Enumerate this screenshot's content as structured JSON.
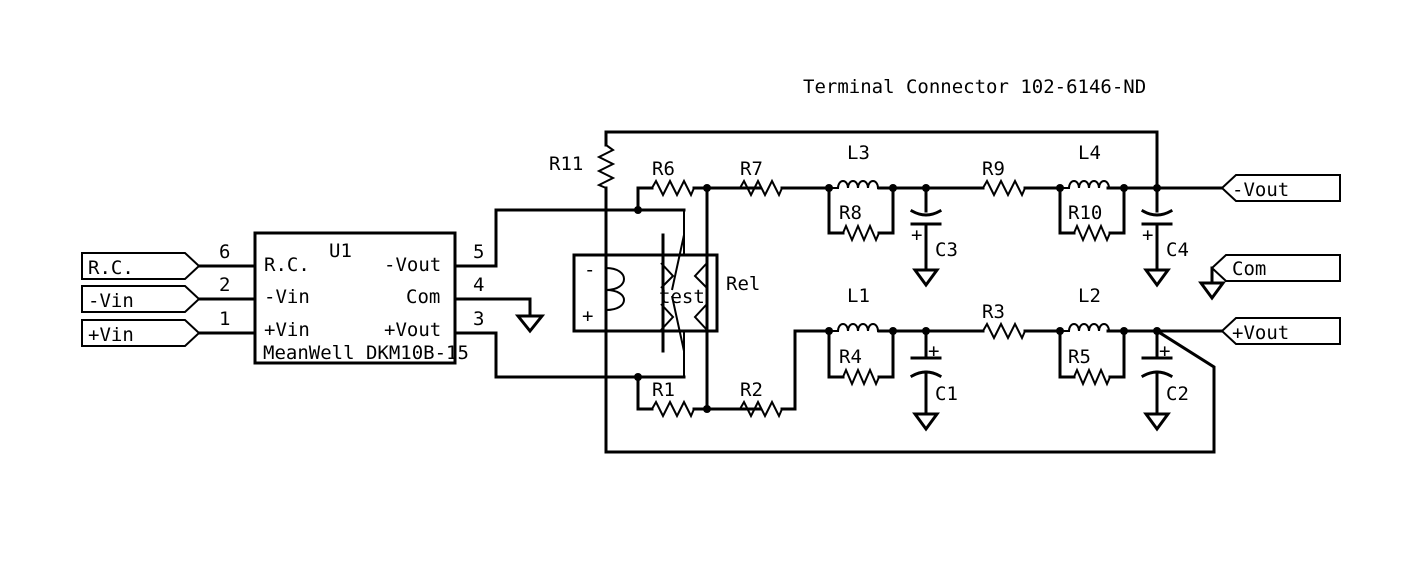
{
  "diagram": {
    "title": "Terminal Connector 102-6146-ND",
    "colors": {
      "line": "#000000",
      "background": "#ffffff"
    },
    "u1": {
      "ref": "U1",
      "part": "MeanWell DKM10B-15",
      "pins": [
        {
          "number": "6",
          "name": "R.C."
        },
        {
          "number": "2",
          "name": "-Vin"
        },
        {
          "number": "1",
          "name": "+Vin"
        },
        {
          "number": "5",
          "name": "-Vout"
        },
        {
          "number": "4",
          "name": "Com"
        },
        {
          "number": "3",
          "name": "+Vout"
        }
      ]
    },
    "input_ports": [
      "R.C.",
      "-Vin",
      "+Vin"
    ],
    "output_ports": [
      "-Vout",
      "Com",
      "+Vout"
    ],
    "relay": {
      "ref": "Rel",
      "contact_label": "test",
      "coil_minus": "-",
      "coil_plus": "+"
    },
    "resistors": [
      "R11",
      "R6",
      "R7",
      "R8",
      "R9",
      "R10",
      "R1",
      "R2",
      "R3",
      "R4",
      "R5"
    ],
    "inductors": [
      "L3",
      "L4",
      "L1",
      "L2"
    ],
    "capacitors": [
      "C3",
      "C4",
      "C1",
      "C2"
    ]
  }
}
